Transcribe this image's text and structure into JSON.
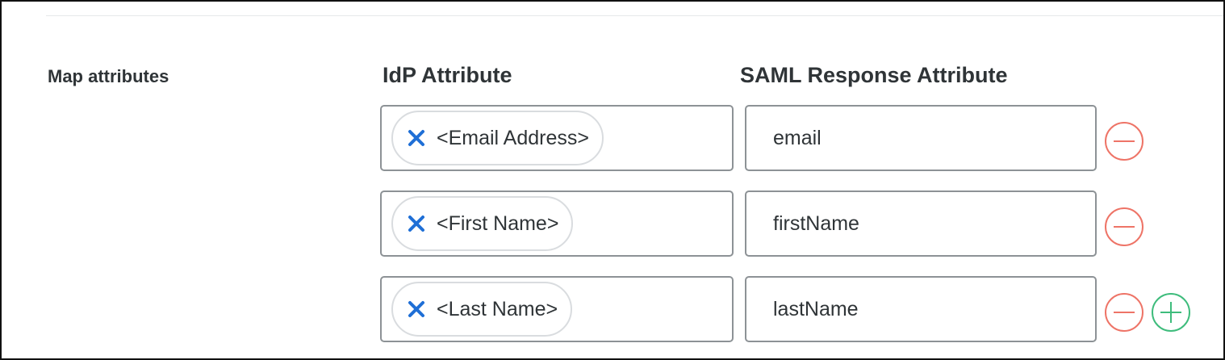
{
  "section": {
    "label": "Map attributes"
  },
  "columns": {
    "idp_header": "IdP Attribute",
    "saml_header": "SAML Response Attribute"
  },
  "rows": [
    {
      "idp_token": "<Email Address>",
      "saml_value": "email"
    },
    {
      "idp_token": "<First Name>",
      "saml_value": "firstName"
    },
    {
      "idp_token": "<Last Name>",
      "saml_value": "lastName"
    }
  ],
  "icons": {
    "chip_remove": "x-icon",
    "row_remove": "minus-circle-icon",
    "row_add": "plus-circle-icon"
  },
  "colors": {
    "chip_x": "#1f6fd6",
    "remove": "#ee7467",
    "add": "#3ebc7c",
    "border": "#8d9296",
    "text": "#2f3437"
  }
}
